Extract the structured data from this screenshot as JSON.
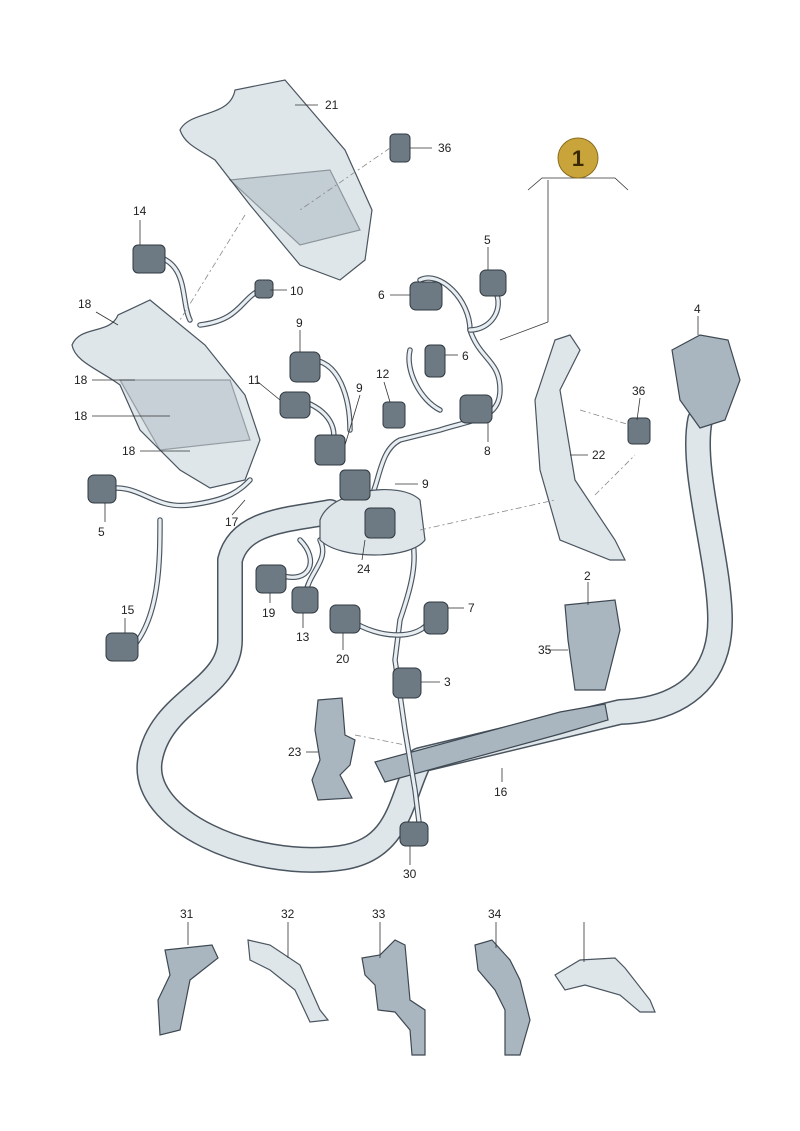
{
  "badge": {
    "label": "1",
    "color": "#c9a43a"
  },
  "callouts": [
    "21",
    "36",
    "14",
    "10",
    "18",
    "18",
    "18",
    "18",
    "9",
    "11",
    "12",
    "6",
    "5",
    "6",
    "4",
    "36",
    "22",
    "8",
    "9",
    "9",
    "24",
    "17",
    "5",
    "15",
    "19",
    "13",
    "20",
    "7",
    "3",
    "2",
    "35",
    "23",
    "16",
    "30",
    "31",
    "32",
    "33",
    "34"
  ]
}
